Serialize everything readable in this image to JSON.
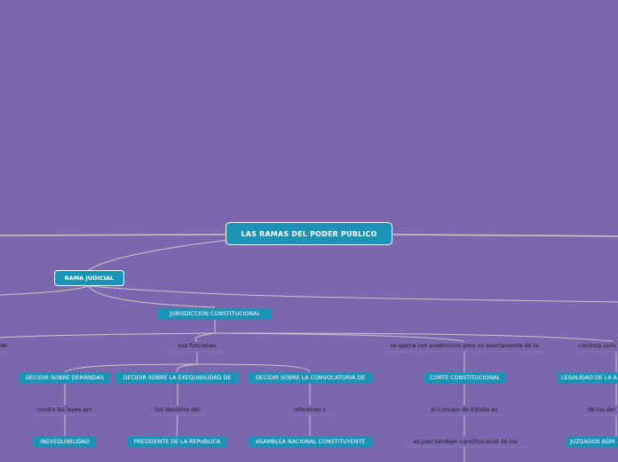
{
  "map": {
    "root": "LAS RAMAS DEL PODER PUBLICO",
    "branch": "RAMA JUDICIAL",
    "jurisdiction": "JURISDICCION CONSTITUCIONAL",
    "left_cut": "de",
    "functions_label": "sus funciones",
    "exercised_label": "se ejerce con predominio pero no exactamente de la",
    "controls_label": "controla juris",
    "decidir_demandas": "DECIDIR SOBRE DEMANDAS",
    "decidir_exequibilidad": "DECIDIR SOBRE LA EXEQUIBILIDAD DE",
    "decidir_convocatoria": "DECIDIR SOBRE LA CONVOCATORIA DE",
    "corte": "CORTE CONSTITUCIONAL",
    "legalidad": "LEGALIDAD DE LA A",
    "contra_leyes": "contra las leyes por",
    "decretos": "los decretos del",
    "referendo": "referendo o",
    "consejo": "el Concejo de Estado es",
    "de_los": "de los der",
    "inexequibilidad": "INEXEQUIBILIDAD",
    "presidente": "PRESIDENTE DE LA REPUBLICA",
    "asamblea": "ASAMBLEA NACIONAL CONSTITUYENTE",
    "juez": "es juez tambien constitucional de los",
    "juzgados": "JUZGADOS ADM"
  }
}
